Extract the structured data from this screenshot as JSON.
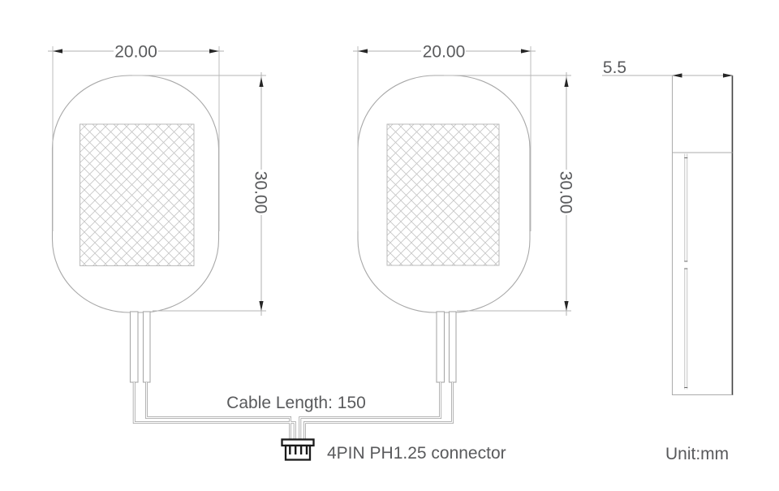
{
  "dimensions": {
    "left_speaker_width": "20.00",
    "right_speaker_width": "20.00",
    "left_speaker_height": "30.00",
    "right_speaker_height": "30.00",
    "side_thickness": "5.5"
  },
  "labels": {
    "cable_length": "Cable Length: 150",
    "connector": "4PIN PH1.25 connector",
    "unit": "Unit:mm"
  },
  "colors": {
    "line_gray": "#ababab",
    "dimension_gray": "#b2b2b2",
    "dark_edge": "#3f3f3f",
    "text_gray": "#595a5c",
    "arrow_dark": "#262626",
    "connector_black": "#1a1a1a",
    "hatch_gray": "#c6c6c6"
  }
}
